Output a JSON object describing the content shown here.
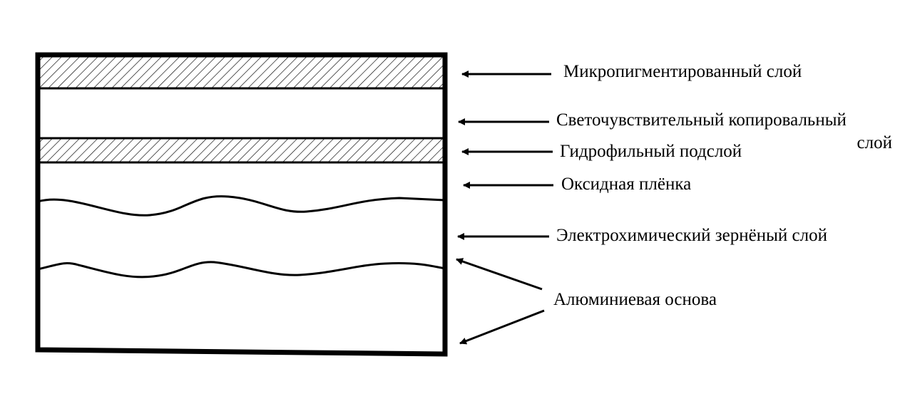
{
  "labels": {
    "micropigment": "Микропигментированный слой",
    "copy_layer_line1": "Светочувствительный копировальный",
    "copy_layer_line2": "слой",
    "hydrophilic": "Гидрофильный подслой",
    "oxide": "Оксидная плёнка",
    "grained": "Электрохимический зернёный слой",
    "aluminium": "Алюминиевая основа"
  },
  "colors": {
    "ink": "#000000",
    "background": "#ffffff"
  }
}
